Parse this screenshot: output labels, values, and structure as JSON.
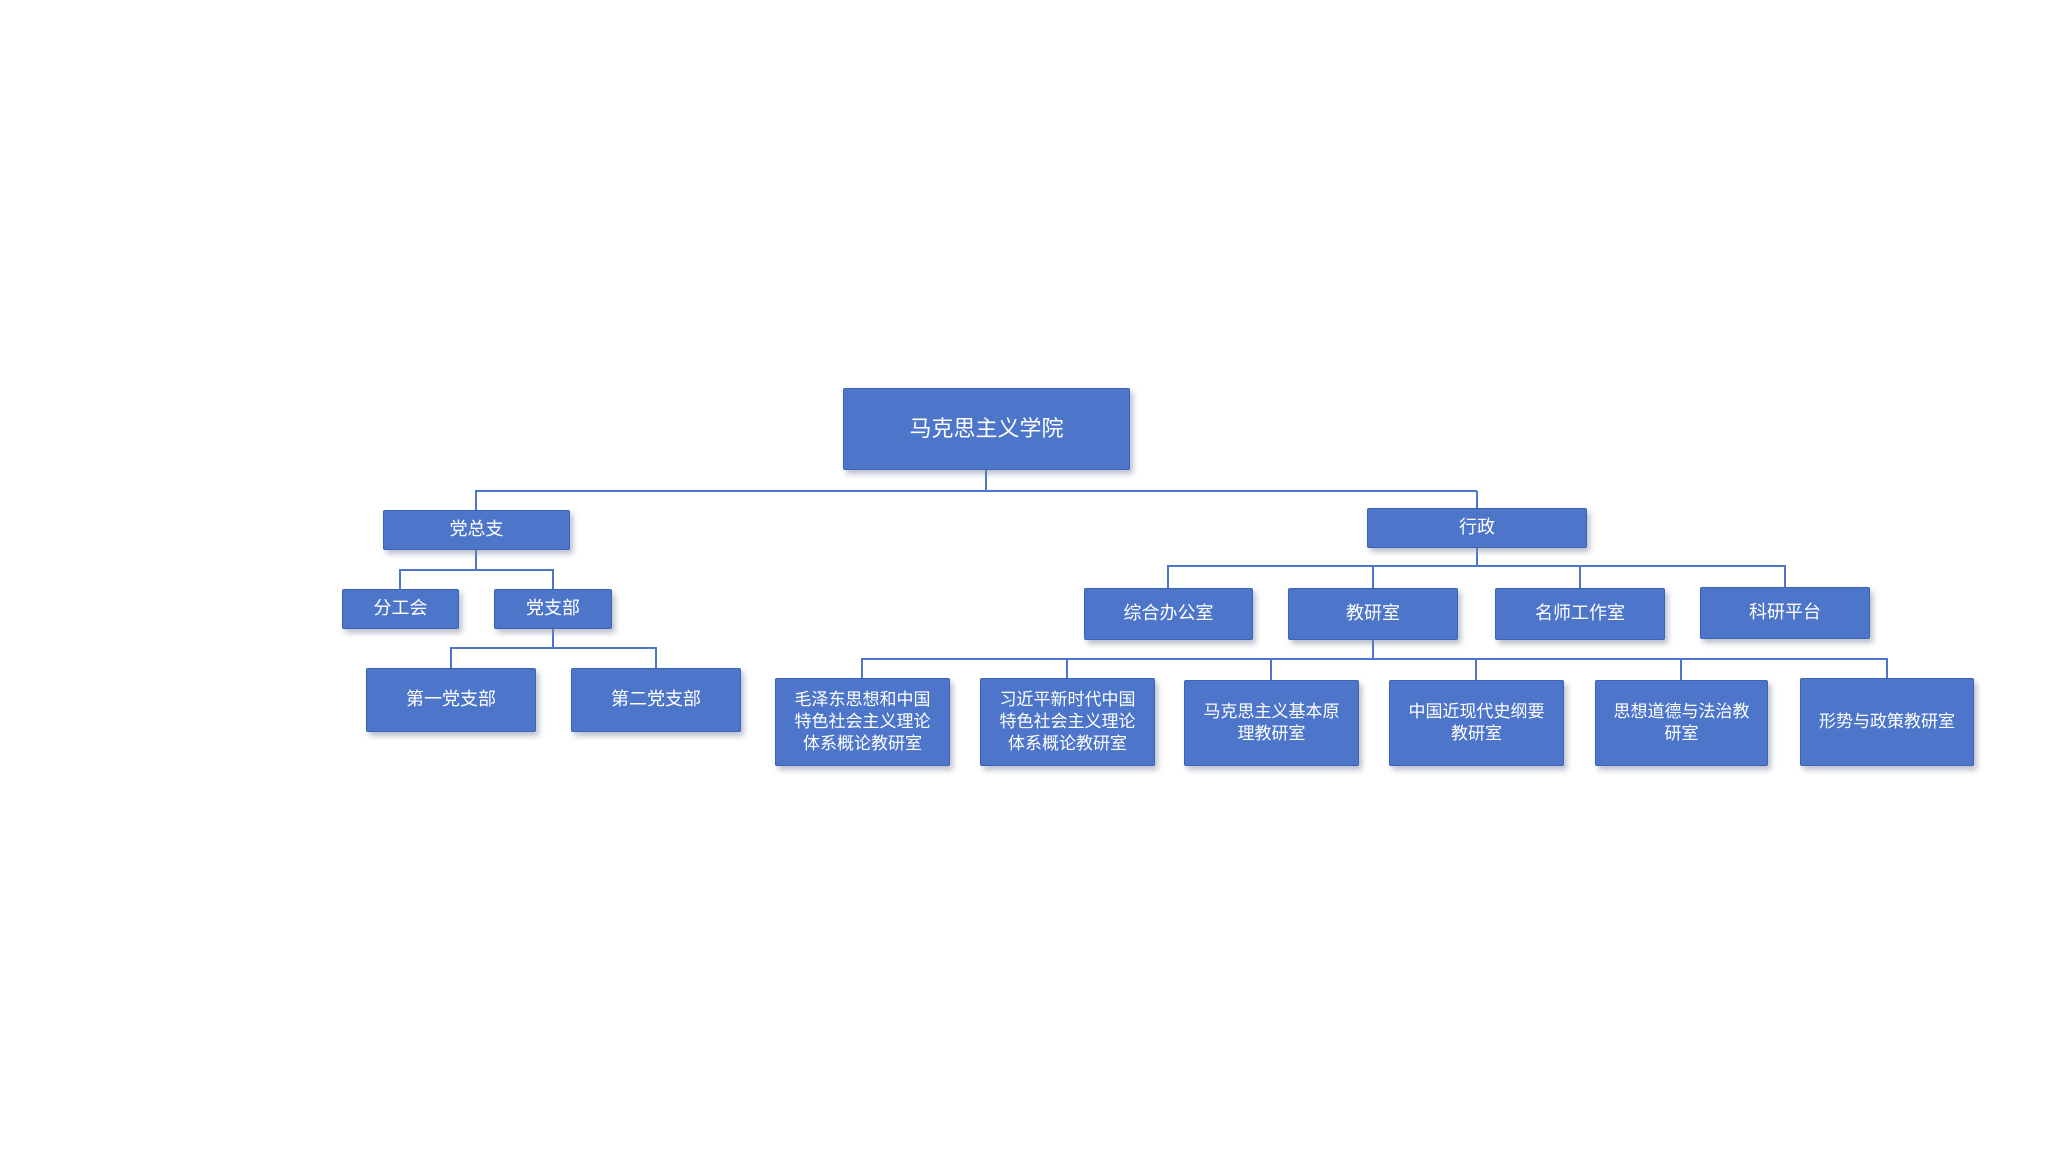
{
  "diagram_type": "org-chart",
  "colors": {
    "node_fill": "#4D76CB",
    "node_border": "#3C62B4",
    "node_text": "#FFFFFF",
    "connector": "#4D76CB",
    "background": "#FFFFFF"
  },
  "tree": {
    "label": "马克思主义学院",
    "children": [
      {
        "label": "党总支",
        "children": [
          {
            "label": "分工会"
          },
          {
            "label": "党支部",
            "children": [
              {
                "label": "第一党支部"
              },
              {
                "label": "第二党支部"
              }
            ]
          }
        ]
      },
      {
        "label": "行政",
        "children": [
          {
            "label": "综合办公室"
          },
          {
            "label": "教研室",
            "children": [
              {
                "label": "毛泽东思想和中国特色社会主义理论体系概论教研室"
              },
              {
                "label": "习近平新时代中国特色社会主义理论体系概论教研室"
              },
              {
                "label": "马克思主义基本原理教研室"
              },
              {
                "label": "中国近现代史纲要教研室"
              },
              {
                "label": "思想道德与法治教研室"
              },
              {
                "label": "形势与政策教研室"
              }
            ]
          },
          {
            "label": "名师工作室"
          },
          {
            "label": "科研平台"
          }
        ]
      }
    ]
  }
}
